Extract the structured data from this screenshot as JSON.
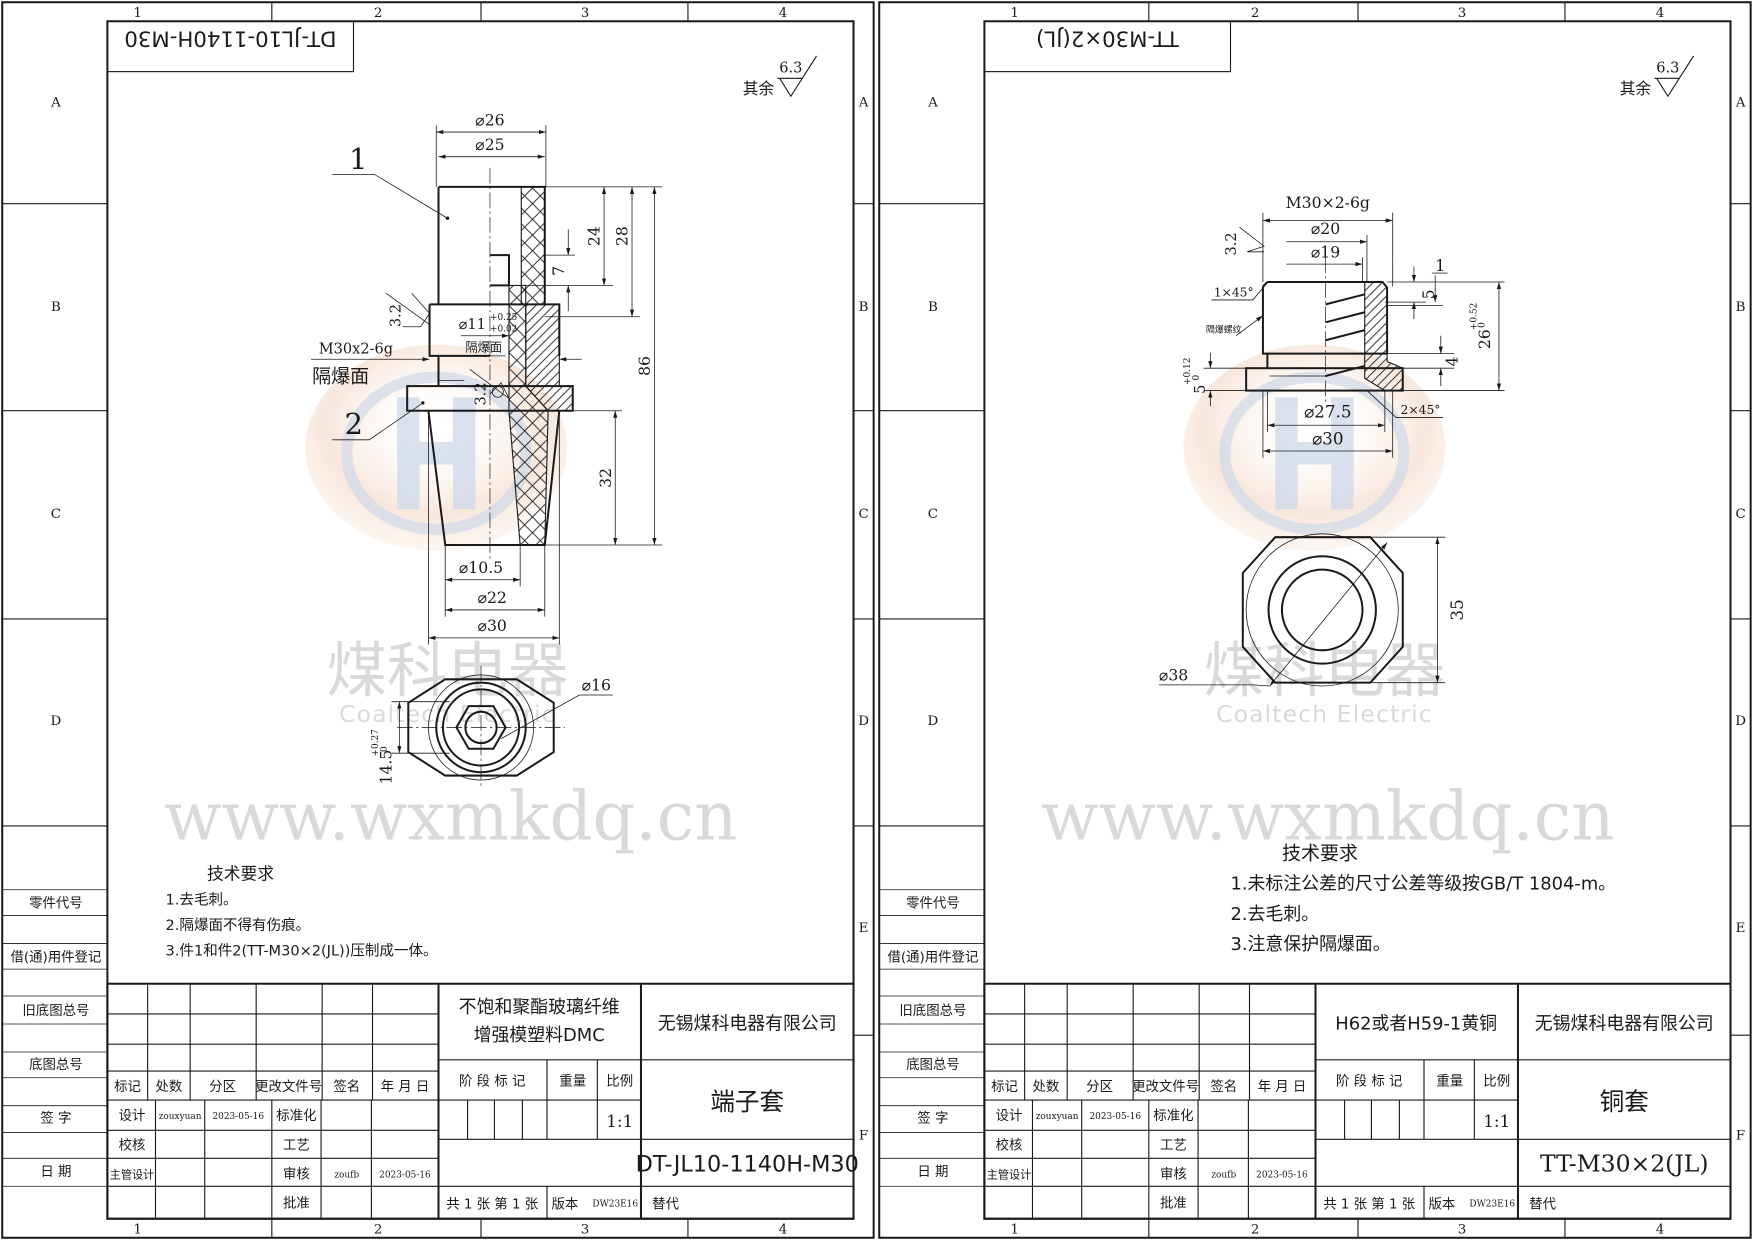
{
  "zones": {
    "columns": [
      "1",
      "2",
      "3",
      "4"
    ],
    "rows": [
      "A",
      "B",
      "C",
      "D",
      "E",
      "F"
    ]
  },
  "side_labels": [
    "零件代号",
    "借(通)用件登记",
    "旧底图总号",
    "底图总号",
    "签 字",
    "日 期"
  ],
  "sheets": [
    {
      "drawing_number_reversed": "DT-JL10-1140H-M30",
      "roughness": {
        "label": "其余",
        "value": "6.3"
      },
      "title_block": {
        "headers": [
          "标记",
          "处数",
          "分区",
          "更改文件号",
          "签名",
          "年 月 日"
        ],
        "design_label": "设计",
        "designer": "zouxyuan",
        "design_date": "2023-05-16",
        "standardization": "标准化",
        "check": "校核",
        "process": "工艺",
        "chief": "主管设计",
        "review": "审核",
        "reviewer": "zoufb",
        "review_date": "2023-05-16",
        "approve": "批准",
        "material": [
          "不饱和聚酯玻璃纤维",
          "增强模塑料DMC"
        ],
        "company": "无锡煤科电器有限公司",
        "stage": "阶 段 标 记",
        "weight": "重量",
        "scale_label": "比例",
        "scale": "1:1",
        "part_name": "端子套",
        "drawing_number": "DT-JL10-1140H-M30",
        "sheet_count": "共 1 张  第 1 张",
        "version_label": "版本",
        "version": "DW23E16",
        "replace": "替代"
      },
      "tech_requirements": {
        "title": "技术要求",
        "items": [
          "1.去毛刺。",
          "2.隔爆面不得有伤痕。",
          "3.件1和件2(TT-M30×2(JL))压制成一体。"
        ]
      },
      "dims": {
        "d26": "⌀26",
        "d25": "⌀25",
        "l24": "24",
        "l28": "28",
        "l86": "86",
        "l7": "7",
        "l32": "32",
        "d11": "⌀11",
        "d11_upper": "+0.25",
        "d11_lower": "+0.02",
        "face_small": "隔爆面",
        "thread": "M30x2-6g",
        "face": "隔爆面",
        "part1": "1",
        "part2": "2",
        "r1": "3.2",
        "r2": "3.2",
        "d10_5": "⌀10.5",
        "d22": "⌀22",
        "d30": "⌀30",
        "d16": "⌀16",
        "l14_5": "14.5",
        "l14_5_upper": "+0.27",
        "l14_5_lower": "0"
      },
      "watermark": {
        "name": "煤科电器",
        "english": "Coaltech Electric",
        "url": "www.wxmkdq.cn"
      }
    },
    {
      "drawing_number_reversed": "TT-M30×2(JL)",
      "roughness": {
        "label": "其余",
        "value": "6.3"
      },
      "title_block": {
        "headers": [
          "标记",
          "处数",
          "分区",
          "更改文件号",
          "签名",
          "年 月 日"
        ],
        "design_label": "设计",
        "designer": "zouxyuan",
        "design_date": "2023-05-16",
        "standardization": "标准化",
        "check": "校核",
        "process": "工艺",
        "chief": "主管设计",
        "review": "审核",
        "reviewer": "zoufb",
        "review_date": "2023-05-16",
        "approve": "批准",
        "material": [
          "H62或者H59-1黄铜"
        ],
        "company": "无锡煤科电器有限公司",
        "stage": "阶 段 标 记",
        "weight": "重量",
        "scale_label": "比例",
        "scale": "1:1",
        "part_name": "铜套",
        "drawing_number": "TT-M30×2(JL)",
        "sheet_count": "共 1 张  第 1 张",
        "version_label": "版本",
        "version": "DW23E16",
        "replace": "替代"
      },
      "tech_requirements": {
        "title": "技术要求",
        "items": [
          "1.未标注公差的尺寸公差等级按GB/T 1804-m。",
          "2.去毛刺。",
          "3.注意保护隔爆面。"
        ]
      },
      "dims": {
        "thread": "M30×2-6g",
        "d20": "⌀20",
        "d19": "⌀19",
        "l1": "1",
        "l5": "5",
        "l4": "4",
        "l26": "26",
        "l26_upper": "+0.52",
        "l26_lower": "0",
        "l5b": "5",
        "l5b_upper": "+0.12",
        "l5b_lower": "0",
        "chamfer1": "1×45°",
        "chamfer2": "2×45°",
        "thread_label": "隔爆螺纹",
        "d27_5": "⌀27.5",
        "d30": "⌀30",
        "d38": "⌀38",
        "l35": "35",
        "r1": "3.2"
      },
      "watermark": {
        "name": "煤科电器",
        "english": "Coaltech Electric",
        "url": "www.wxmkdq.cn"
      }
    }
  ]
}
